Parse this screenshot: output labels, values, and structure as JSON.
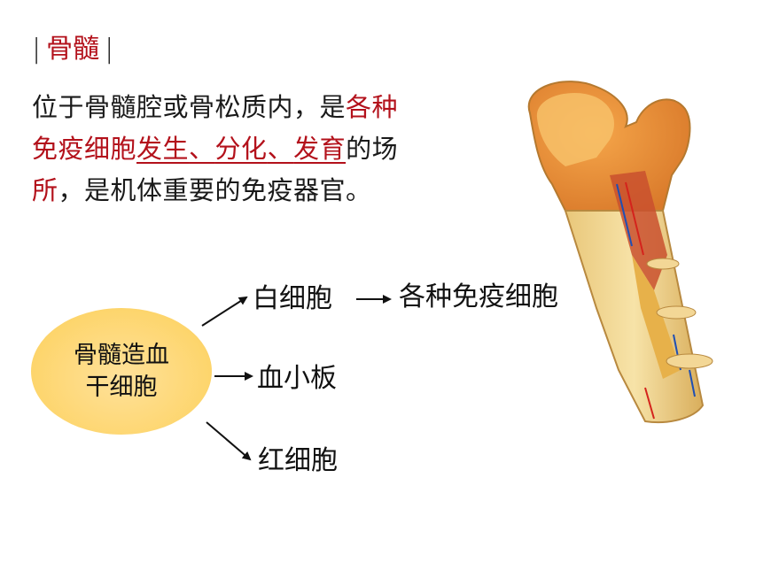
{
  "title": {
    "bar_left": "|",
    "text": "骨髓",
    "bar_right": "|"
  },
  "paragraph": {
    "l1_plain": "位于骨髓腔或骨松质内，是",
    "l1_red": "各种",
    "l2_red_a": "免疫细胞",
    "l2_red_u1": "发生",
    "l2_sep1": "、",
    "l2_red_u2": "分化",
    "l2_sep2": "、",
    "l2_red_u3": "发育",
    "l2_plain": "的场",
    "l3_red": "所",
    "l3_plain": "，是机体重要的免疫器官。"
  },
  "diagram": {
    "source_line1": "骨髓造血",
    "source_line2": "干细胞",
    "branch_wbc": "白细胞",
    "branch_immune": "各种免疫细胞",
    "branch_platelet": "血小板",
    "branch_rbc": "红细胞"
  },
  "colors": {
    "accent_red": "#b3111b",
    "ellipse_fill": "#fdd56c"
  }
}
